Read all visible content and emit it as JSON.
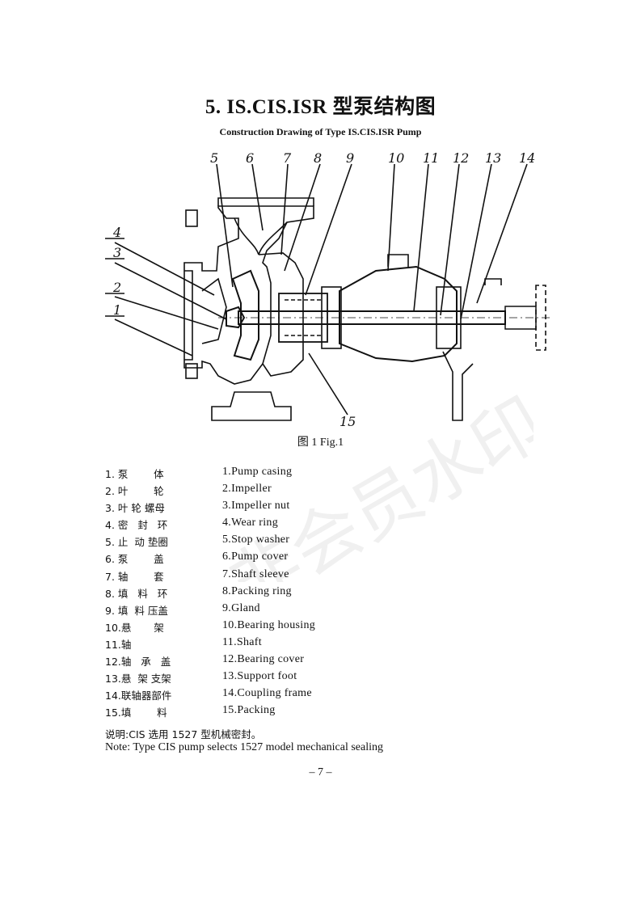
{
  "title": "5. IS.CIS.ISR  型泵结构图",
  "subtitle": "Construction Drawing of Type IS.CIS.ISR Pump",
  "figure": {
    "callouts": [
      "1",
      "2",
      "3",
      "4",
      "5",
      "6",
      "7",
      "8",
      "9",
      "10",
      "11",
      "12",
      "13",
      "14",
      "15"
    ],
    "caption": "图 1    Fig.1"
  },
  "parts": [
    {
      "cn": "1. 泵        体",
      "en": "1.Pump casing"
    },
    {
      "cn": "2. 叶        轮",
      "en": "2.Impeller"
    },
    {
      "cn": "3. 叶 轮 螺母",
      "en": "3.Impeller nut"
    },
    {
      "cn": "4. 密   封   环",
      "en": "4.Wear ring"
    },
    {
      "cn": "5. 止  动 垫圈",
      "en": "5.Stop washer"
    },
    {
      "cn": "6. 泵        盖",
      "en": "6.Pump cover"
    },
    {
      "cn": "7. 轴        套",
      "en": "7.Shaft sleeve"
    },
    {
      "cn": "8. 填   料   环",
      "en": "8.Packing ring"
    },
    {
      "cn": "9. 填  料 压盖",
      "en": "9.Gland"
    },
    {
      "cn": "10.悬       架",
      "en": "10.Bearing housing"
    },
    {
      "cn": "11.轴",
      "en": "11.Shaft"
    },
    {
      "cn": "12.轴   承   盖",
      "en": "12.Bearing cover"
    },
    {
      "cn": "13.悬  架 支架",
      "en": "13.Support foot"
    },
    {
      "cn": "14.联轴器部件",
      "en": "14.Coupling frame"
    },
    {
      "cn": "15.填        料",
      "en": "15.Packing"
    }
  ],
  "note_cn": "说明:CIS 选用 1527 型机械密封。",
  "note_en": "Note: Type CIS pump selects 1527 model mechanical sealing",
  "page_number": "– 7 –",
  "watermark": "非会员水印"
}
